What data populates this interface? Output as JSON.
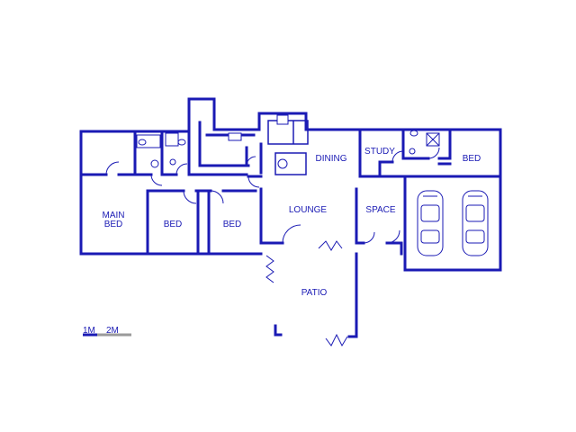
{
  "rooms": {
    "main_bed_line1": "MAIN",
    "main_bed_line2": "BED",
    "bed_1": "BED",
    "bed_2": "BED",
    "bed_3": "BED",
    "lounge": "LOUNGE",
    "dining": "DINING",
    "study": "STUDY",
    "space": "SPACE",
    "patio": "PATIO"
  },
  "scale": {
    "label_1": "1M",
    "label_2": "2M"
  },
  "colors": {
    "wall": "#1a1ab4",
    "window": "#6a6a6a",
    "background": "#ffffff"
  }
}
